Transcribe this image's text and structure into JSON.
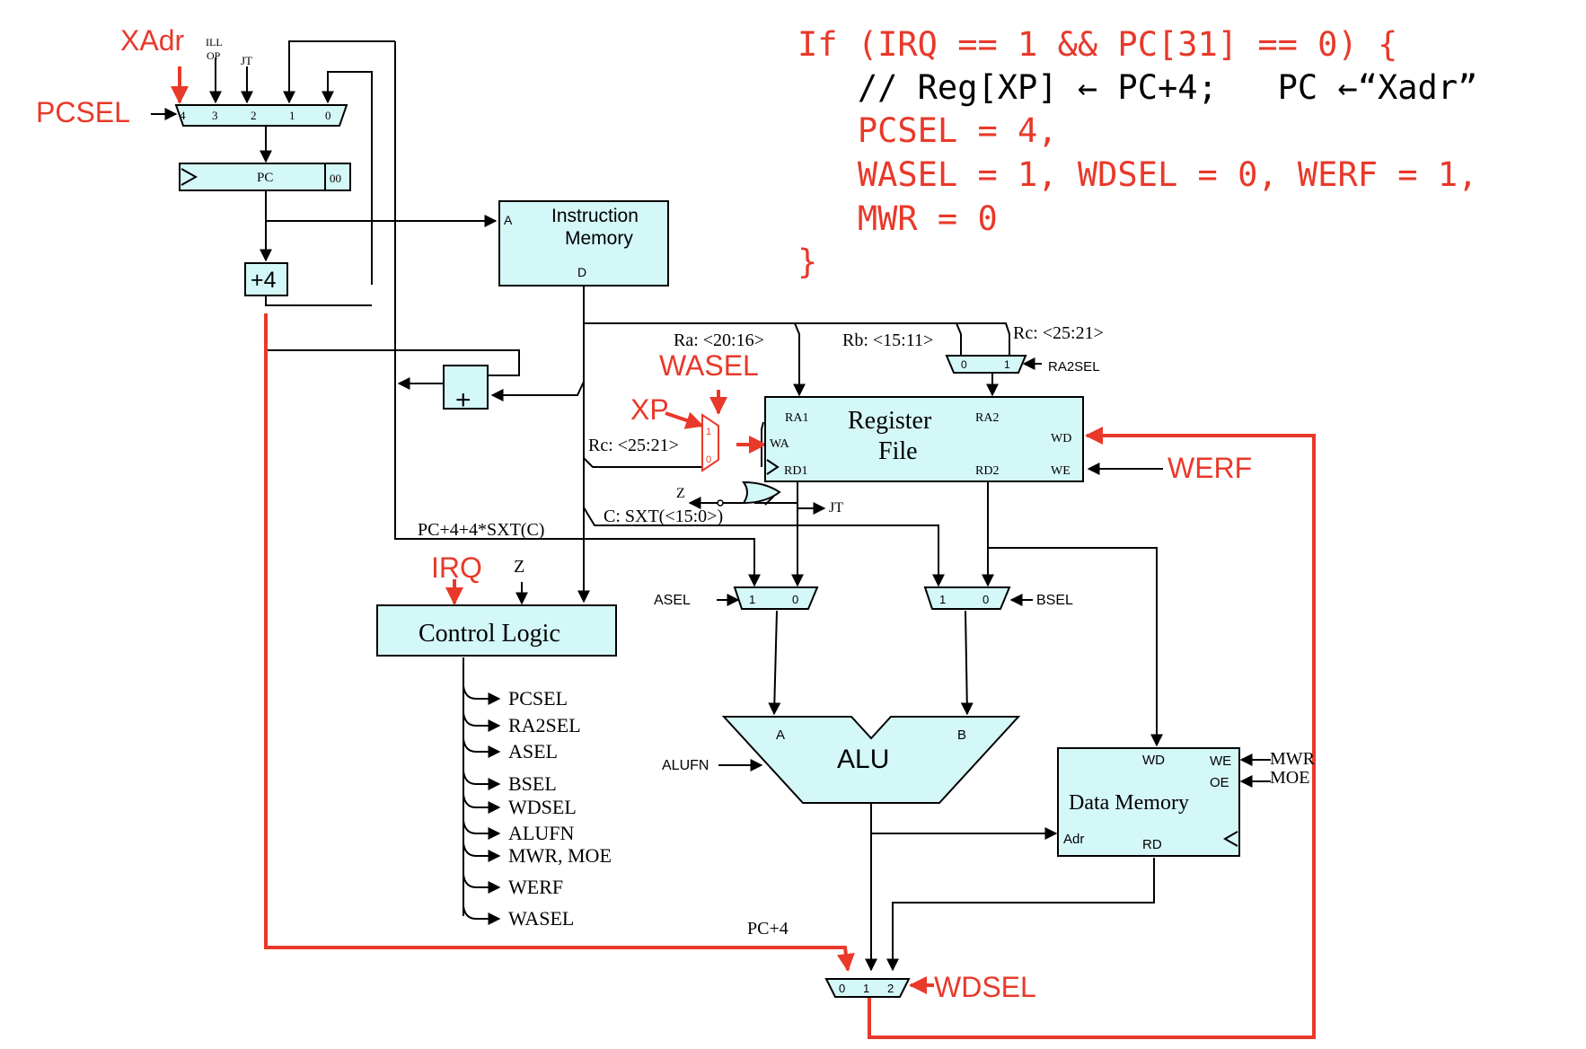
{
  "colors": {
    "block_fill": "#d4f7f7",
    "highlight_red": "#e8392a",
    "wire": "#000000"
  },
  "code": {
    "lines": [
      {
        "text": "If (IRQ == 1 && PC[31] == 0) {",
        "color": "red"
      },
      {
        "text": "   // Reg[XP] ← PC+4;   PC ←“Xadr”",
        "color": "black"
      },
      {
        "text": "   PCSEL = 4,",
        "color": "red"
      },
      {
        "text": "   WASEL = 1, WDSEL = 0, WERF = 1,",
        "color": "red"
      },
      {
        "text": "   MWR = 0",
        "color": "red"
      },
      {
        "text": "}",
        "color": "red"
      }
    ]
  },
  "labels": {
    "xadr": "XAdr",
    "ill": "ILL",
    "op": "OP",
    "jt_top": "JT",
    "pcsel": "PCSEL",
    "pc": "PC",
    "pc_00": "00",
    "plus4": "+4",
    "imem_a": "A",
    "imem_title1": "Instruction",
    "imem_title2": "Memory",
    "imem_d": "D",
    "adder": "+",
    "ra": "Ra: <20:16>",
    "rb": "Rb: <15:11>",
    "rc_top": "Rc: <25:21>",
    "ra2sel": "RA2SEL",
    "wasel": "WASEL",
    "xp": "XP",
    "rc_mux": "Rc: <25:21>",
    "rf_title1": "Register",
    "rf_title2": "File",
    "rf_ra1": "RA1",
    "rf_ra2": "RA2",
    "rf_wa": "WA",
    "rf_rd1": "RD1",
    "rf_rd2": "RD2",
    "rf_wd": "WD",
    "rf_we": "WE",
    "werf": "WERF",
    "z_out": "Z",
    "jt_out": "JT",
    "c_sxt": "C: SXT(<15:0>)",
    "pc_branch": "PC+4+4*SXT(C)",
    "irq": "IRQ",
    "z_in": "Z",
    "control_logic": "Control Logic",
    "asel": "ASEL",
    "bsel": "BSEL",
    "alu": "ALU",
    "alu_a": "A",
    "alu_b": "B",
    "alufn": "ALUFN",
    "dm_title": "Data Memory",
    "dm_wd": "WD",
    "dm_we": "WE",
    "dm_oe": "OE",
    "dm_adr": "Adr",
    "dm_rd": "RD",
    "mwr": "MWR",
    "moe": "MOE",
    "pc4": "PC+4",
    "wdsel": "WDSEL"
  },
  "pc_mux_inputs": [
    "4",
    "3",
    "2",
    "1",
    "0"
  ],
  "mux_01": [
    "0",
    "1"
  ],
  "mux_10": [
    "1",
    "0"
  ],
  "wasel_mux": [
    "1",
    "0"
  ],
  "wdsel_mux": [
    "0",
    "1",
    "2"
  ],
  "control_outputs": [
    "PCSEL",
    "RA2SEL",
    "ASEL",
    "BSEL",
    "WDSEL",
    "ALUFN",
    "MWR, MOE",
    "WERF",
    "WASEL"
  ]
}
